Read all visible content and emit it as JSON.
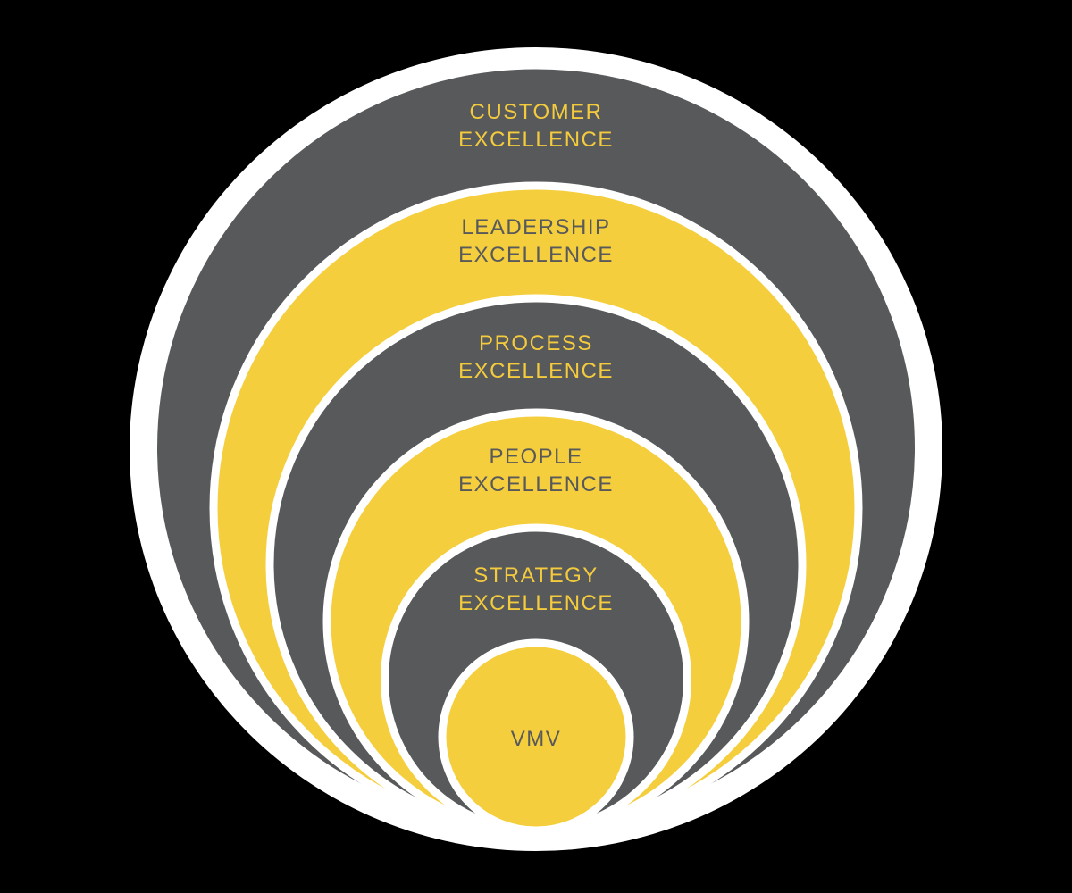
{
  "page": {
    "background_color": "#000000",
    "canvas_color": "#FFFFFF"
  },
  "diagram": {
    "type": "nested-circles",
    "gap_color": "#FFFFFF",
    "colors": {
      "dark": "#58595B",
      "yellow": "#F5CE3E",
      "label_on_dark": "#F3CB3D",
      "label_on_yellow": "#58595B"
    },
    "rings": [
      {
        "name": "customer-excellence",
        "lines": [
          "CUSTOMER",
          "EXCELLENCE"
        ],
        "fill": "#58595B",
        "text_color": "#F3CB3D"
      },
      {
        "name": "leadership-excellence",
        "lines": [
          "LEADERSHIP",
          "EXCELLENCE"
        ],
        "fill": "#F5CE3E",
        "text_color": "#58595B"
      },
      {
        "name": "process-excellence",
        "lines": [
          "PROCESS",
          "EXCELLENCE"
        ],
        "fill": "#58595B",
        "text_color": "#F3CB3D"
      },
      {
        "name": "people-excellence",
        "lines": [
          "PEOPLE",
          "EXCELLENCE"
        ],
        "fill": "#F5CE3E",
        "text_color": "#58595B"
      },
      {
        "name": "strategy-excellence",
        "lines": [
          "STRATEGY",
          "EXCELLENCE"
        ],
        "fill": "#58595B",
        "text_color": "#F3CB3D"
      },
      {
        "name": "vmv",
        "lines": [
          "VMV"
        ],
        "fill": "#F5CE3E",
        "text_color": "#58595B"
      }
    ]
  }
}
